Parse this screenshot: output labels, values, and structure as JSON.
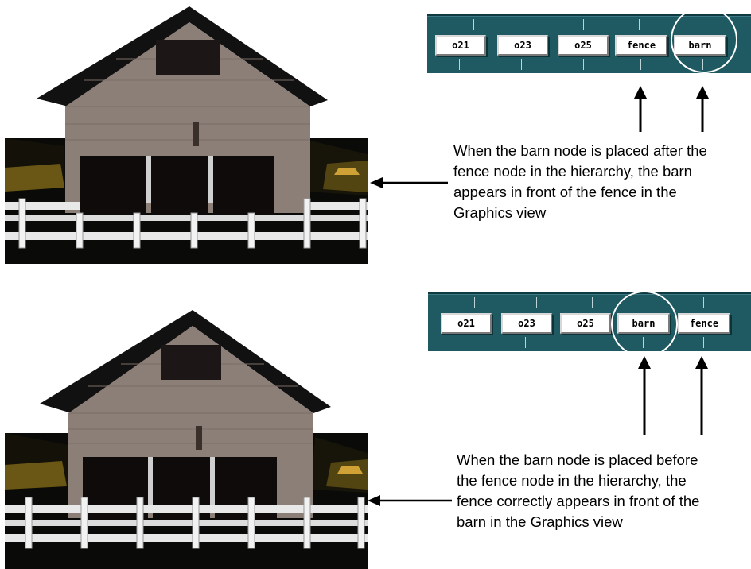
{
  "top_example": {
    "hierarchy_nodes": [
      "o21",
      "o23",
      "o25",
      "fence",
      "barn"
    ],
    "highlighted_node": "barn",
    "caption": "When the barn node is placed after the\nfence node in the hierarchy, the barn\nappears in front of the fence in the\nGraphics view"
  },
  "bottom_example": {
    "hierarchy_nodes": [
      "o21",
      "o23",
      "o25",
      "barn",
      "fence"
    ],
    "highlighted_node": "barn",
    "caption": "When the barn node is placed before\nthe fence node in the hierarchy, the\nfence correctly appears in front of the\nbarn in the Graphics view"
  },
  "colors": {
    "panel": "#1f5a63",
    "button": "#ffffff",
    "barn_wall": "#8c7f78",
    "roof": "#111111",
    "fence": "#e8e8e8"
  }
}
